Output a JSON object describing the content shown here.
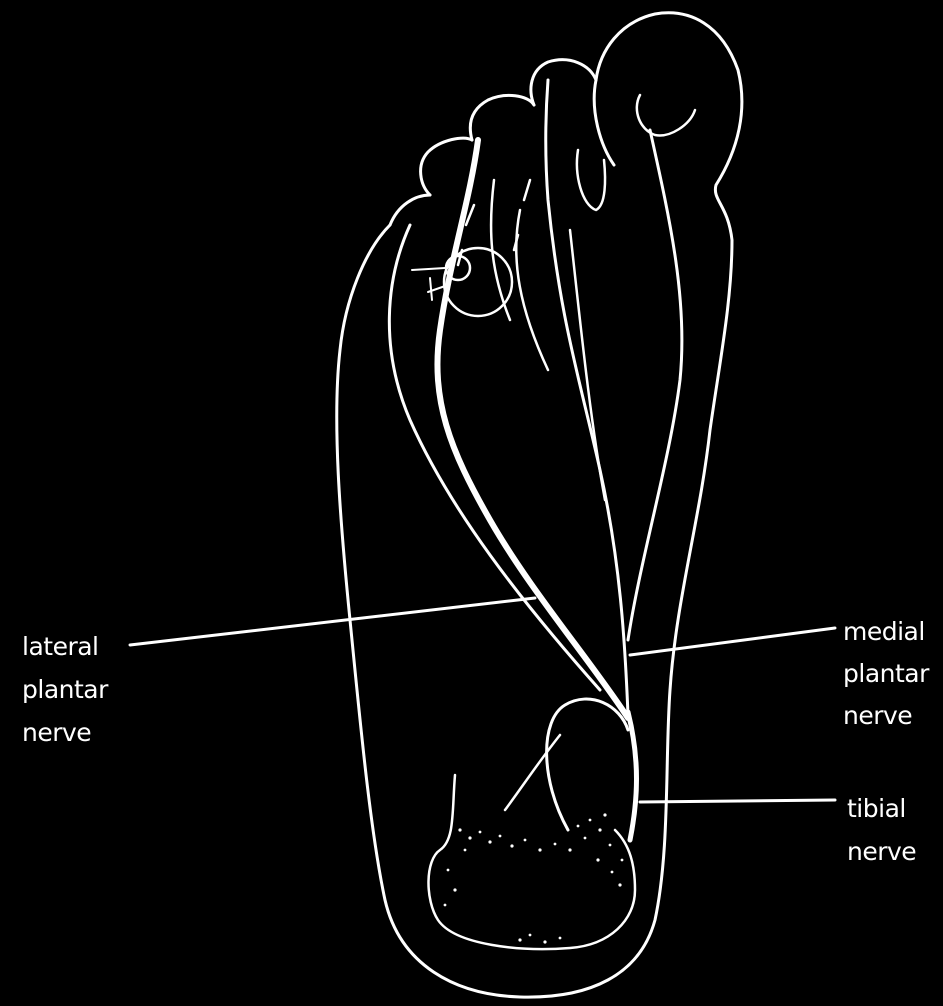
{
  "colors": {
    "background": "#000000",
    "ink": "#ffffff"
  },
  "labels": {
    "lateral_plantar_nerve": [
      "lateral",
      "plantar",
      "nerve"
    ],
    "medial_plantar_nerve": [
      "medial",
      "plantar",
      "nerve"
    ],
    "tibial_nerve": [
      "tibial",
      "nerve"
    ]
  }
}
